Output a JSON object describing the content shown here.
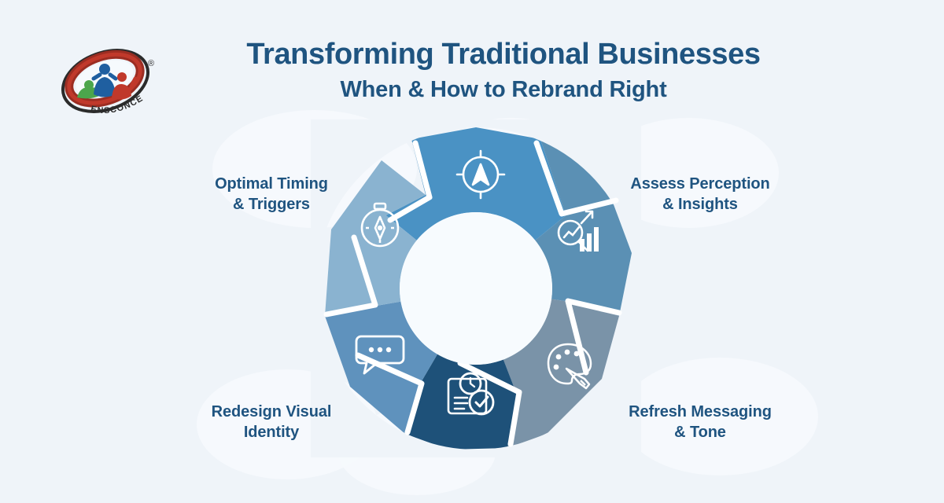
{
  "brand": {
    "logo_name": "ensconce-logo",
    "logo_text": "ENSCONCE",
    "registered_mark": "®",
    "colors": {
      "red": "#c0392b",
      "dark_red": "#9b2d22",
      "green": "#4ca64c",
      "blue": "#1f5fa0",
      "outline": "#2b2b2b"
    }
  },
  "header": {
    "title": "Transforming Traditional Businesses",
    "subtitle": "When & How to Rebrand Right",
    "title_color": "#1f5480"
  },
  "page": {
    "background_color": "#eff4f9"
  },
  "chart_data": {
    "type": "pie",
    "title": "Transforming Traditional Businesses",
    "subtitle": "When & How to Rebrand Right",
    "layout": "donut-cycle",
    "segment_count": 5,
    "equal_segments": true,
    "segment_share_pct": 20,
    "inner_hole_color": "#f7fbfe",
    "divider_color": "#ffffff",
    "categories": [
      "Assess Perception & Insights",
      "Refresh Messaging & Tone",
      "Redesign Visual Identity",
      "Optimal Timing & Triggers"
    ],
    "values": [
      20,
      20,
      20,
      20,
      20
    ],
    "segments": [
      {
        "id": "top",
        "position": "top",
        "color": "#4a92c4",
        "icon": "compass-target-icon",
        "label": "",
        "label_visible": false,
        "angle_start": -36,
        "angle_end": 36
      },
      {
        "id": "assess",
        "position": "right-top",
        "color": "#5b90b4",
        "icon": "magnifier-bar-chart-icon",
        "label_line1": "Assess Perception",
        "label_line2": "& Insights",
        "label_visible": true,
        "angle_start": 36,
        "angle_end": 108
      },
      {
        "id": "refresh",
        "position": "right-bottom",
        "color": "#7a93a8",
        "icon": "paint-palette-icon",
        "label_line1": "Refresh Messaging",
        "label_line2": "& Tone",
        "label_visible": true,
        "angle_start": 108,
        "angle_end": 180
      },
      {
        "id": "document",
        "position": "bottom",
        "color": "#1e5179",
        "icon": "document-clock-check-icon",
        "label": "",
        "label_visible": false,
        "angle_start": 180,
        "angle_end": 252
      },
      {
        "id": "redesign",
        "position": "left-bottom",
        "color": "#5f92bd",
        "icon": "chat-bubble-dots-icon",
        "label_line1": "Redesign Visual",
        "label_line2": "Identity",
        "label_visible": true,
        "angle_start": 252,
        "angle_end": 324
      },
      {
        "id": "timing",
        "position": "left-top",
        "color": "#8ab3d0",
        "icon": "compass-needle-icon",
        "label_line1": "Optimal Timing",
        "label_line2": "& Triggers",
        "label_visible": true,
        "angle_start": 324,
        "angle_end": 396
      }
    ],
    "legend_position": "around-chart",
    "grid": false
  },
  "labels": {
    "timing": {
      "line1": "Optimal Timing",
      "line2": "& Triggers"
    },
    "assess": {
      "line1": "Assess Perception",
      "line2": "& Insights"
    },
    "refresh": {
      "line1": "Refresh Messaging",
      "line2": "& Tone"
    },
    "redesign": {
      "line1": "Redesign Visual",
      "line2": "Identity"
    }
  }
}
